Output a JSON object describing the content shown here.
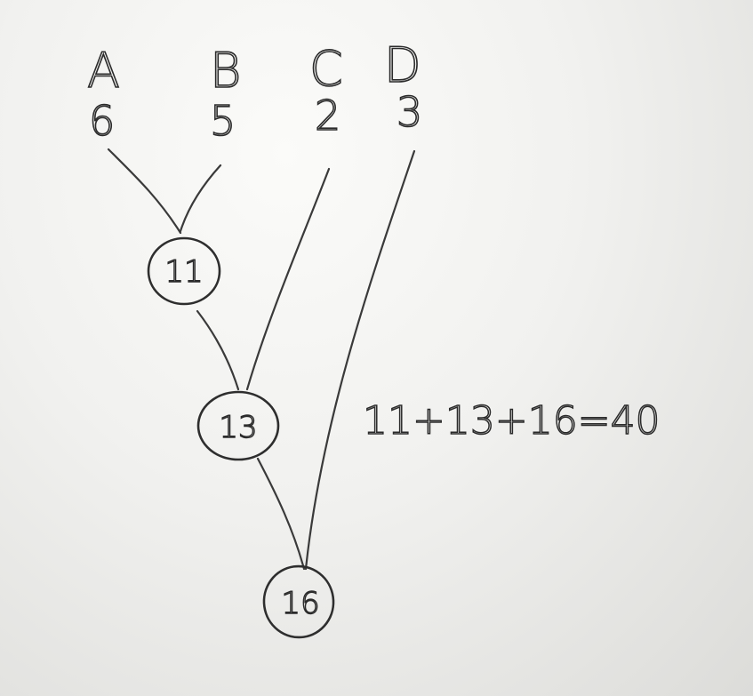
{
  "leaves": [
    {
      "letter": "A",
      "weight": "6"
    },
    {
      "letter": "B",
      "weight": "5"
    },
    {
      "letter": "C",
      "weight": "2"
    },
    {
      "letter": "D",
      "weight": "3"
    }
  ],
  "nodes": [
    {
      "value": "11"
    },
    {
      "value": "13"
    },
    {
      "value": "16"
    }
  ],
  "equation": "11+13+16=40"
}
